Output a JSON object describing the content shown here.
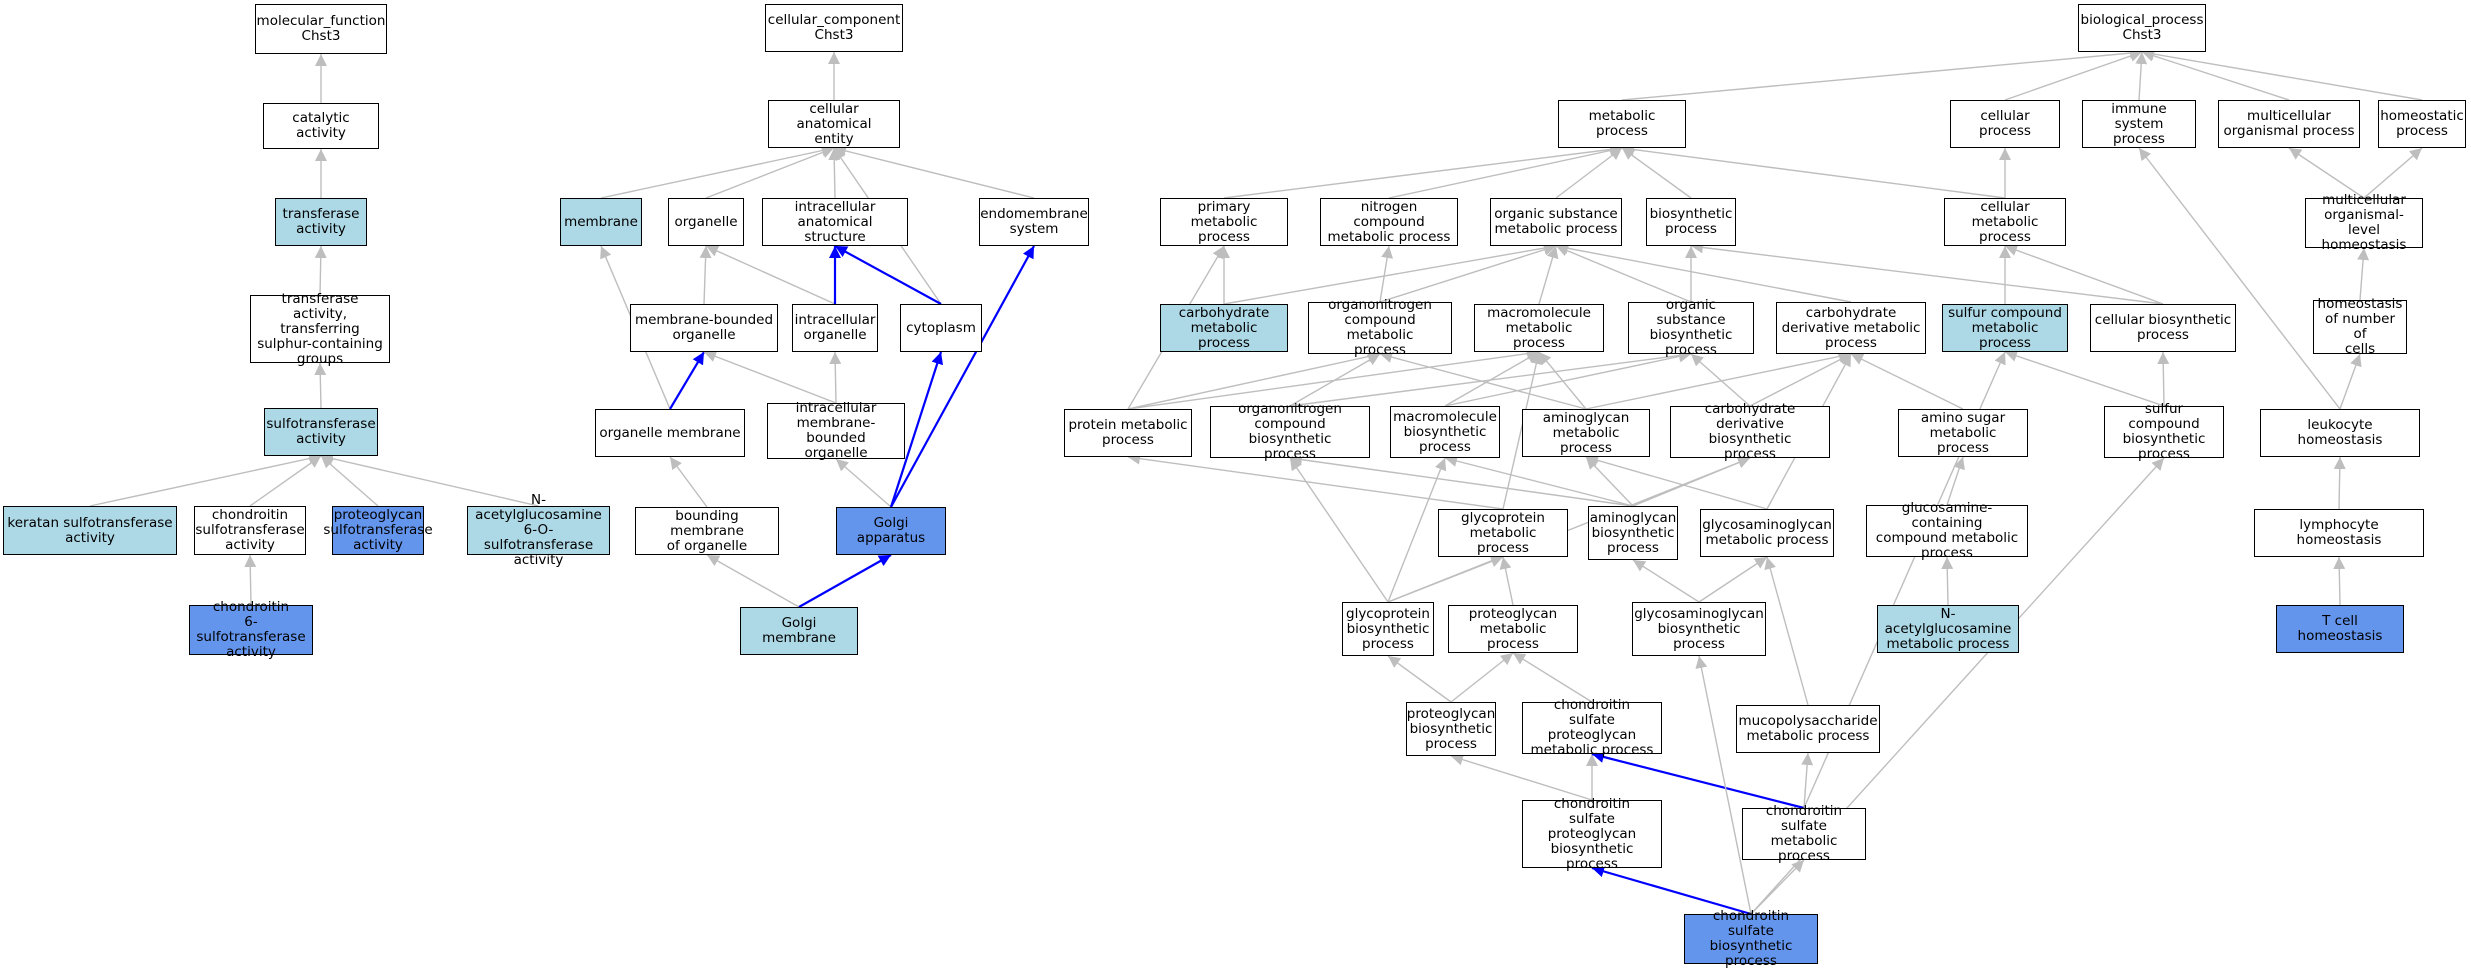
{
  "colors": {
    "plain": "#ffffff",
    "light": "#add8e6",
    "dark": "#6495ed",
    "edge_grey": "#bebebe",
    "edge_blue": "#0000ff"
  },
  "nodes": {
    "mf_root": "molecular_function\nChst3",
    "catalytic_activity": "catalytic activity",
    "transferase_activity": "transferase\nactivity",
    "transferase_sulphur": "transferase\nactivity, transferring\nsulphur-containing\ngroups",
    "sulfotransferase_activity": "sulfotransferase\nactivity",
    "keratan_sulfotransferase": "keratan sulfotransferase\nactivity",
    "chondroitin_sulfotransferase": "chondroitin\nsulfotransferase\nactivity",
    "proteoglycan_sulfotransferase": "proteoglycan\nsulfotransferase\nactivity",
    "nacetylglucosamine_6o": "N-acetylglucosamine\n6-O-sulfotransferase\nactivity",
    "chondroitin_6_sulfotransferase": "chondroitin\n6-sulfotransferase\nactivity",
    "cc_root": "cellular_component\nChst3",
    "cellular_anatomical_entity": "cellular anatomical\nentity",
    "membrane": "membrane",
    "organelle": "organelle",
    "intracellular_anatomical_structure": "intracellular\nanatomical structure",
    "endomembrane_system": "endomembrane\nsystem",
    "membrane_bounded_organelle": "membrane-bounded\norganelle",
    "intracellular_organelle": "intracellular\norganelle",
    "cytoplasm": "cytoplasm",
    "organelle_membrane": "organelle membrane",
    "intracellular_mb_organelle": "intracellular\nmembrane-bounded\norganelle",
    "bounding_membrane": "bounding membrane\nof organelle",
    "golgi_apparatus": "Golgi apparatus",
    "golgi_membrane": "Golgi membrane",
    "bp_root": "biological_process\nChst3",
    "metabolic_process": "metabolic process",
    "cellular_process": "cellular process",
    "immune_system_process": "immune system\nprocess",
    "multicellular_organismal_process": "multicellular\norganismal process",
    "homeostatic_process": "homeostatic\nprocess",
    "primary_metabolic": "primary metabolic\nprocess",
    "nitrogen_compound_metabolic": "nitrogen compound\nmetabolic process",
    "organic_substance_metabolic": "organic substance\nmetabolic process",
    "biosynthetic_process": "biosynthetic\nprocess",
    "cellular_metabolic": "cellular metabolic\nprocess",
    "multicellular_organismal_homeostasis": "multicellular\norganismal-level\nhomeostasis",
    "carbohydrate_metabolic": "carbohydrate\nmetabolic process",
    "organonitrogen_metabolic": "organonitrogen\ncompound metabolic\nprocess",
    "macromolecule_metabolic": "macromolecule\nmetabolic process",
    "organic_substance_biosynthetic": "organic substance\nbiosynthetic\nprocess",
    "carbohydrate_derivative_metabolic": "carbohydrate\nderivative metabolic\nprocess",
    "sulfur_compound_metabolic": "sulfur compound\nmetabolic process",
    "cellular_biosynthetic": "cellular biosynthetic\nprocess",
    "homeostasis_of_number": "homeostasis\nof number of\ncells",
    "protein_metabolic": "protein metabolic\nprocess",
    "organonitrogen_biosynthetic": "organonitrogen\ncompound biosynthetic\nprocess",
    "macromolecule_biosynthetic": "macromolecule\nbiosynthetic\nprocess",
    "aminoglycan_metabolic": "aminoglycan\nmetabolic process",
    "carbohydrate_derivative_biosynthetic": "carbohydrate\nderivative biosynthetic\nprocess",
    "amino_sugar_metabolic": "amino sugar\nmetabolic process",
    "sulfur_compound_biosynthetic": "sulfur compound\nbiosynthetic\nprocess",
    "leukocyte_homeostasis": "leukocyte homeostasis",
    "glycoprotein_metabolic": "glycoprotein\nmetabolic process",
    "aminoglycan_biosynthetic": "aminoglycan\nbiosynthetic\nprocess",
    "glycosaminoglycan_metabolic": "glycosaminoglycan\nmetabolic process",
    "glucosamine_containing": "glucosamine-containing\ncompound metabolic\nprocess",
    "lymphocyte_homeostasis": "lymphocyte homeostasis",
    "glycoprotein_biosynthetic": "glycoprotein\nbiosynthetic\nprocess",
    "proteoglycan_metabolic": "proteoglycan\nmetabolic process",
    "glycosaminoglycan_biosynthetic": "glycosaminoglycan\nbiosynthetic\nprocess",
    "nacetylglucosamine_metabolic": "N-acetylglucosamine\nmetabolic process",
    "t_cell_homeostasis": "T cell homeostasis",
    "proteoglycan_biosynthetic": "proteoglycan\nbiosynthetic\nprocess",
    "chondroitin_sulfate_pg_metabolic": "chondroitin\nsulfate proteoglycan\nmetabolic process",
    "mucopolysaccharide_metabolic": "mucopolysaccharide\nmetabolic process",
    "chondroitin_sulfate_pg_biosynthetic": "chondroitin\nsulfate proteoglycan\nbiosynthetic\nprocess",
    "chondroitin_sulfate_metabolic": "chondroitin\nsulfate metabolic\nprocess",
    "chondroitin_sulfate_biosynthetic": "chondroitin\nsulfate biosynthetic\nprocess"
  }
}
